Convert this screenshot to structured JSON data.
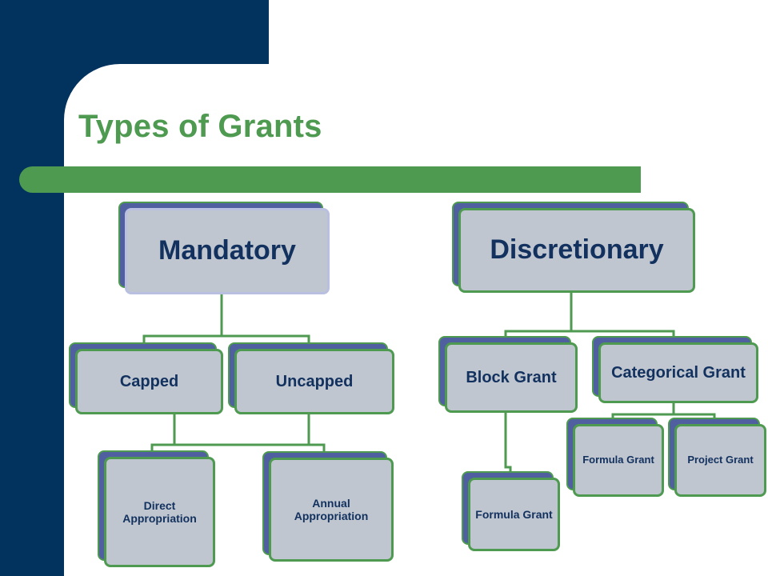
{
  "slide": {
    "title": "Types of Grants",
    "colors": {
      "navy": "#02335f",
      "green": "#4e9a50",
      "node_fill": "#bfc6d0",
      "node_shadow": "#4f5fa0",
      "text": "#12315e"
    }
  },
  "diagram": {
    "mandatory": {
      "label": "Mandatory",
      "capped": {
        "label": "Capped"
      },
      "uncapped": {
        "label": "Uncapped"
      },
      "direct_appropriation": {
        "label": "Direct Appropriation"
      },
      "annual_appropriation": {
        "label": "Annual Appropriation"
      }
    },
    "discretionary": {
      "label": "Discretionary",
      "block_grant": {
        "label": "Block Grant"
      },
      "categorical_grant": {
        "label": "Categorical Grant"
      },
      "block_formula_grant": {
        "label": "Formula Grant"
      },
      "categorical_formula_grant": {
        "label": "Formula Grant"
      },
      "project_grant": {
        "label": "Project Grant"
      }
    }
  }
}
